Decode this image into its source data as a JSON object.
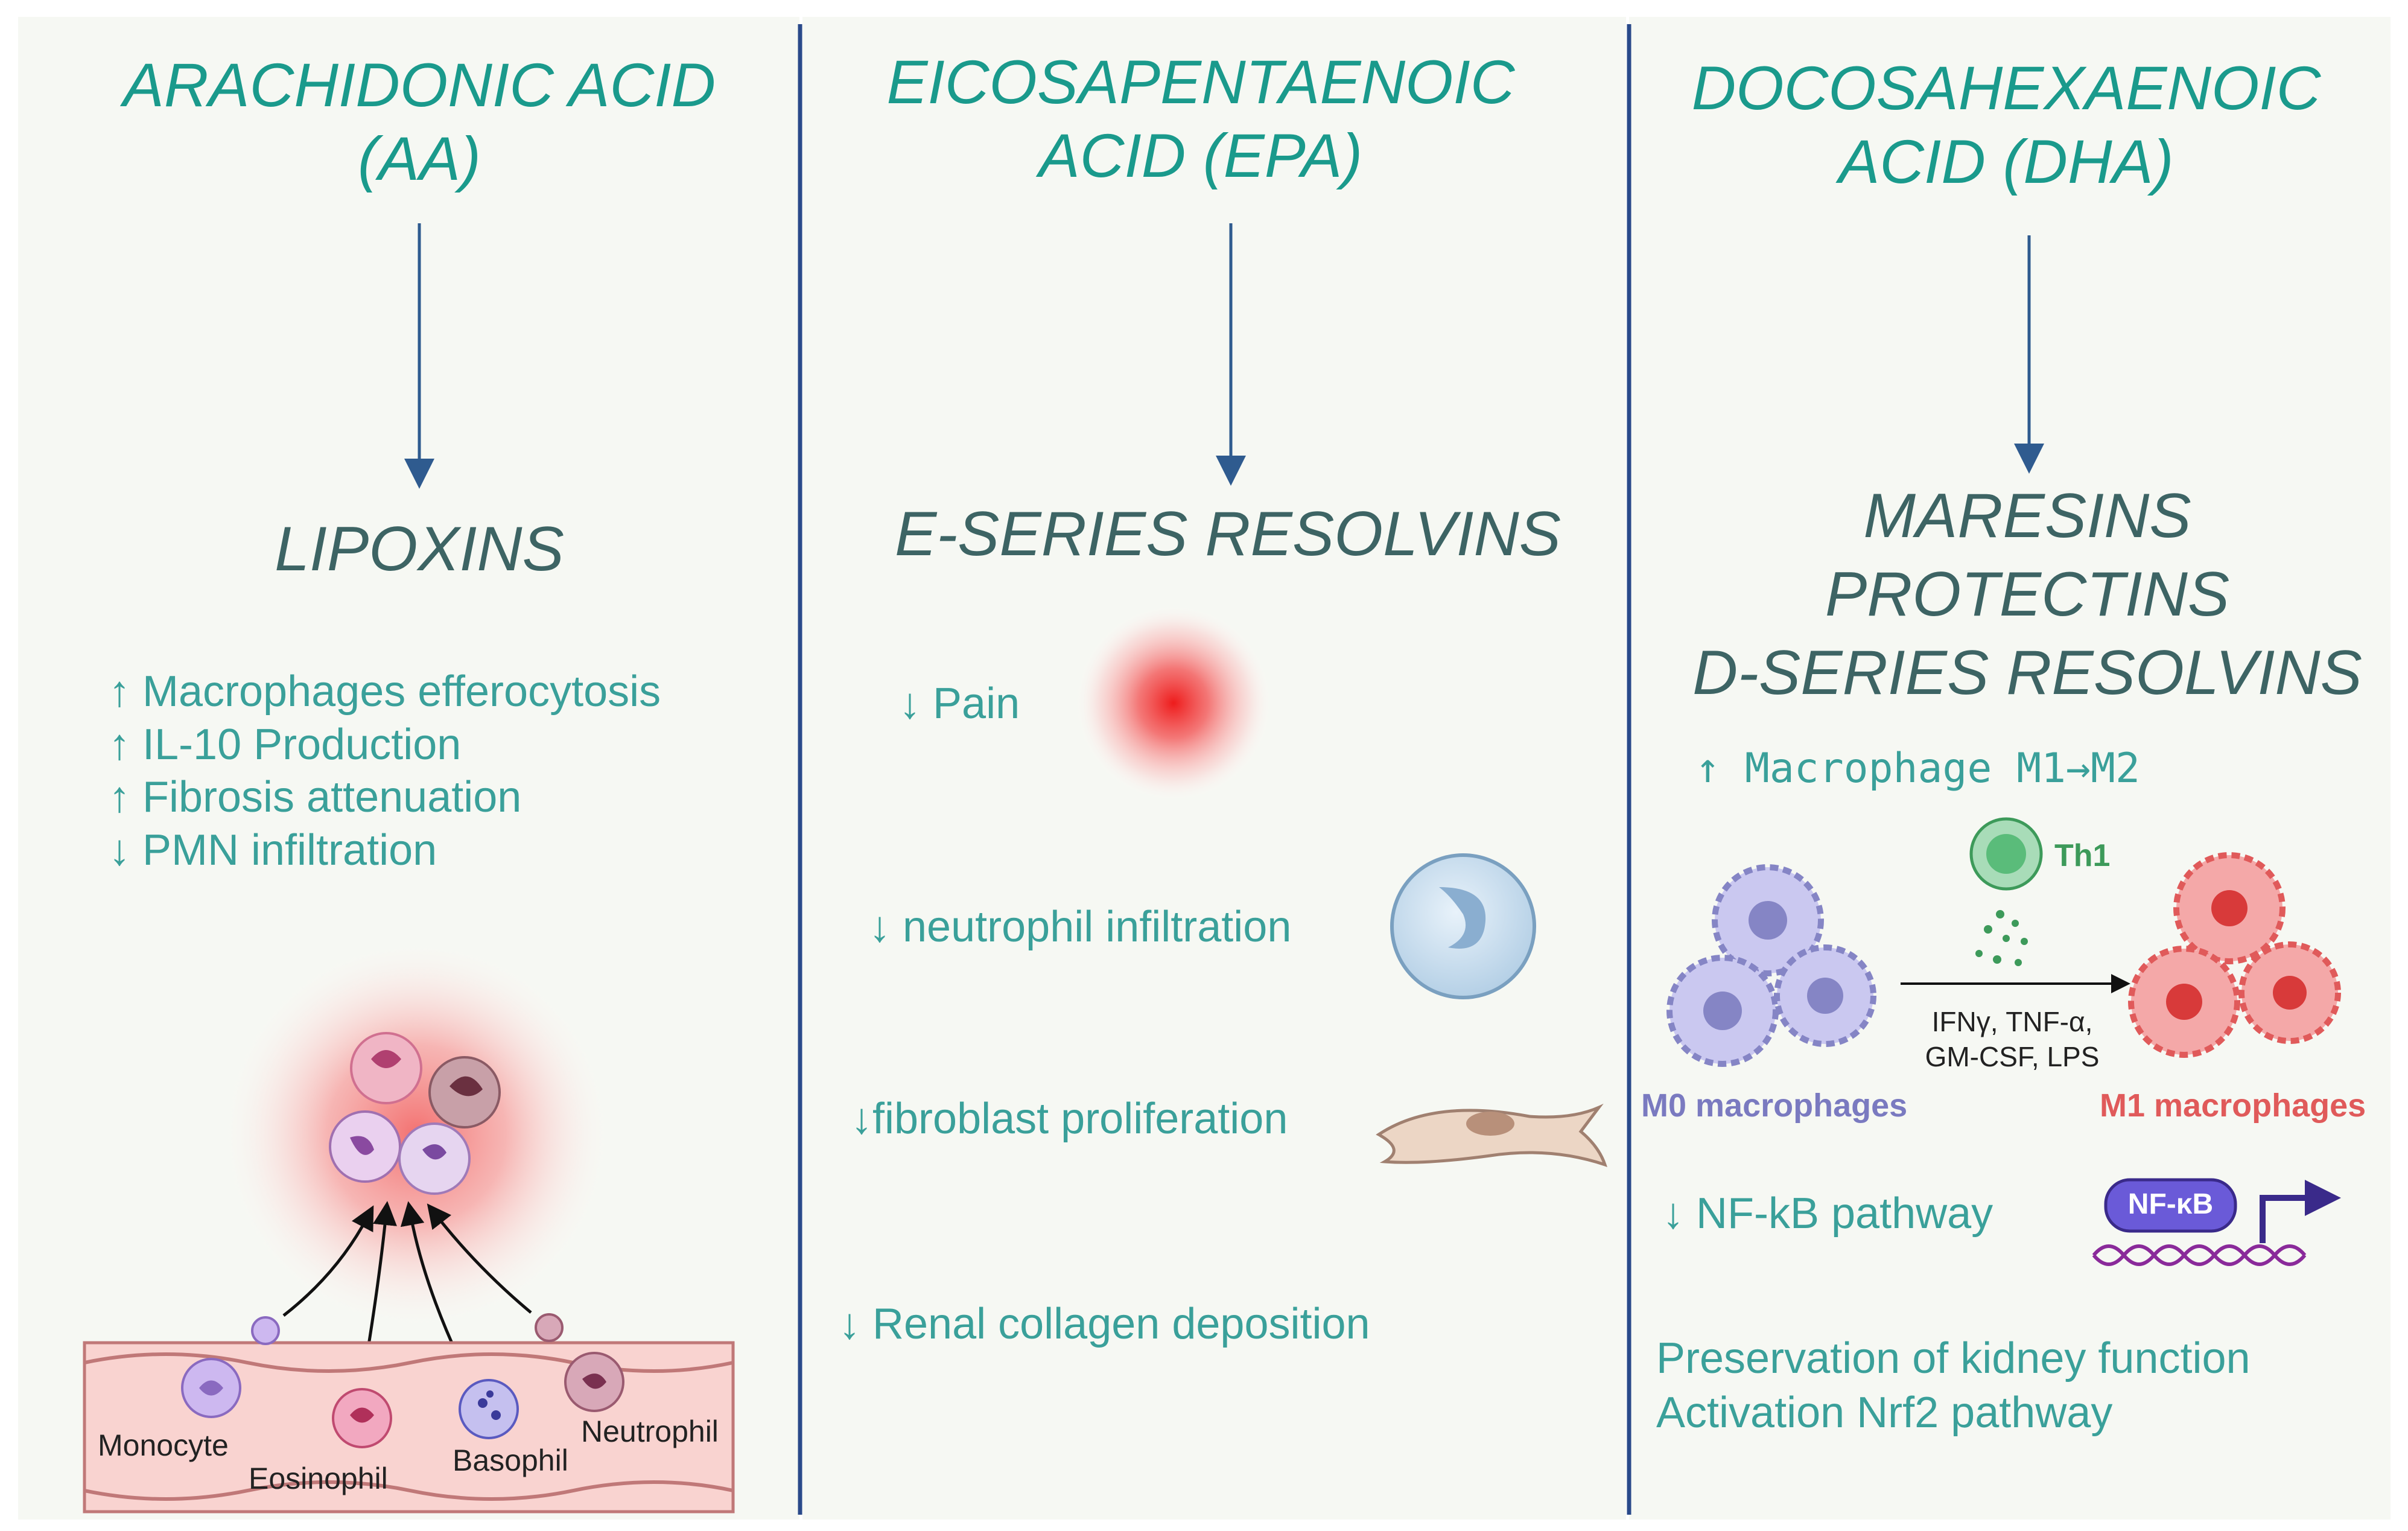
{
  "columns": [
    {
      "acid": [
        "ARACHIDONIC ACID",
        "(AA)"
      ],
      "mediators": [
        "LIPOXINS"
      ],
      "effects": [
        "↑ Macrophages  efferocytosis",
        "↑  IL-10 Production",
        "↑  Fibrosis attenuation",
        "↓  PMN infiltration"
      ],
      "cells": {
        "monocyte": "Monocyte",
        "eosinophil": "Eosinophil",
        "basophil": "Basophil",
        "neutrophil": "Neutrophil"
      }
    },
    {
      "acid": [
        "EICOSAPENTAENOIC",
        "ACID (EPA)"
      ],
      "mediators": [
        "E-SERIES RESOLVINS"
      ],
      "effects": [
        "↓  Pain",
        "↓ neutrophil infiltration",
        "↓fibroblast proliferation",
        "↓ Renal collagen deposition"
      ]
    },
    {
      "acid": [
        "DOCOSAHEXAENOIC",
        "ACID (DHA)"
      ],
      "mediators": [
        "MARESINS",
        "PROTECTINS",
        "D-SERIES RESOLVINS"
      ],
      "effects": [
        "↑ Macrophage M1→M2",
        "↓ NF-kB pathway",
        "Preservation of kidney function",
        "Activation Nrf2 pathway"
      ],
      "polarization": {
        "th1": "Th1",
        "stimuli": [
          "IFNγ, TNF-α,",
          "GM-CSF, LPS"
        ],
        "m0": "M0 macrophages",
        "m1": "M1 macrophages",
        "nfkb_badge": "NF-κB"
      }
    }
  ],
  "colors": {
    "acid_text": "#1a9a8c",
    "mediator_text": "#3d6464",
    "effect_text": "#3aa09a",
    "divider": "#2a4a8a",
    "arrow": "#2f5b8f",
    "m0": "#8585c5",
    "m1": "#e05a5a",
    "th1": "#3d9a5a"
  }
}
